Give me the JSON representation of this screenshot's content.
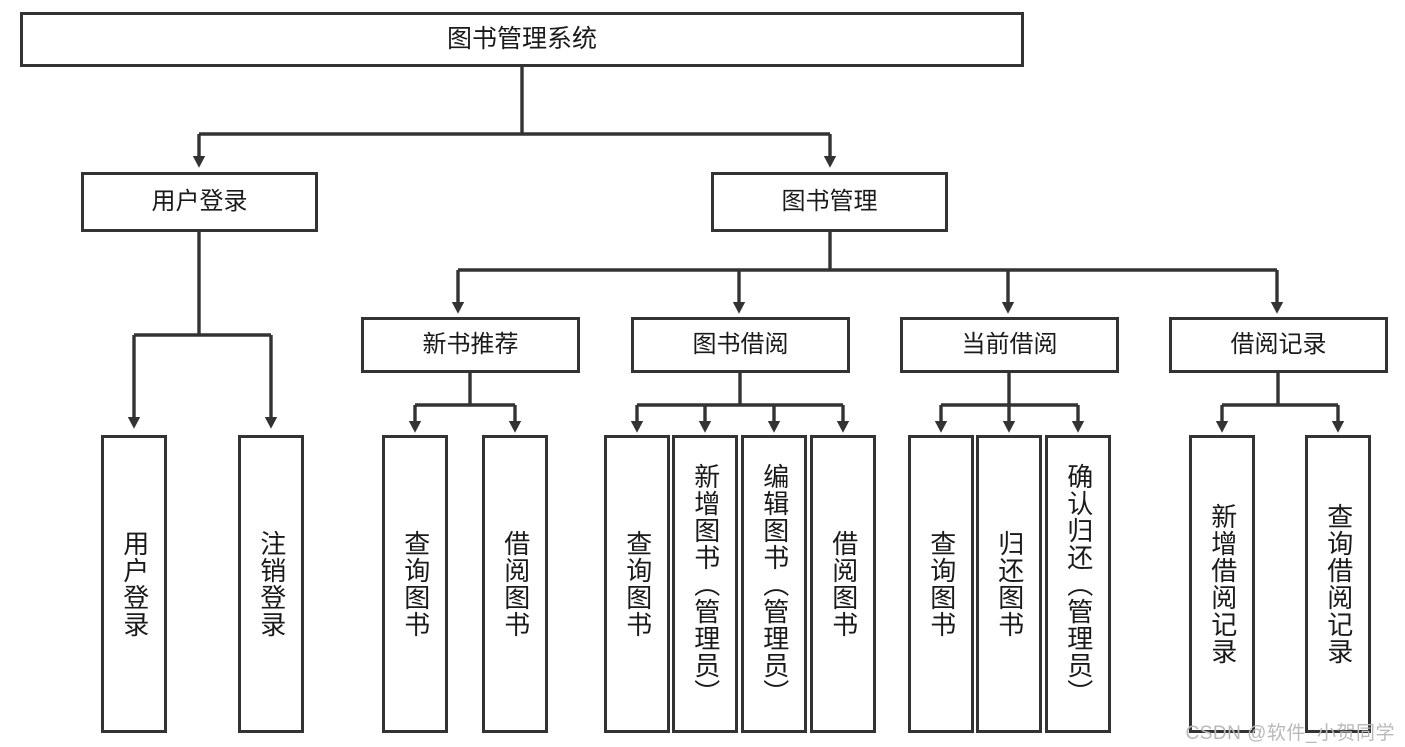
{
  "diagram": {
    "title": "图书管理系统",
    "type": "tree",
    "watermark": "CSDN @软件_小贺同学",
    "colors": {
      "box_border": "#333333",
      "box_fill": "#ffffff",
      "connector": "#333333",
      "text": "#1a1a1a",
      "watermark": "#b9b9b9",
      "background": "#ffffff"
    },
    "root": {
      "label": "图书管理系统"
    },
    "level2": [
      {
        "label": "用户登录"
      },
      {
        "label": "图书管理"
      }
    ],
    "level3": [
      {
        "label": "新书推荐"
      },
      {
        "label": "图书借阅"
      },
      {
        "label": "当前借阅"
      },
      {
        "label": "借阅记录"
      }
    ],
    "leaves": {
      "user_login": [
        {
          "label": "用户登录"
        },
        {
          "label": "注销登录"
        }
      ],
      "new_book": [
        {
          "label": "查询图书"
        },
        {
          "label": "借阅图书"
        }
      ],
      "book_borrow": [
        {
          "label": "查询图书"
        },
        {
          "label": "新增图书（管理员）"
        },
        {
          "label": "编辑图书（管理员）"
        },
        {
          "label": "借阅图书"
        }
      ],
      "current_borrow": [
        {
          "label": "查询图书"
        },
        {
          "label": "归还图书"
        },
        {
          "label": "确认归还（管理员）"
        }
      ],
      "borrow_record": [
        {
          "label": "新增借阅记录"
        },
        {
          "label": "查询借阅记录"
        }
      ]
    }
  }
}
